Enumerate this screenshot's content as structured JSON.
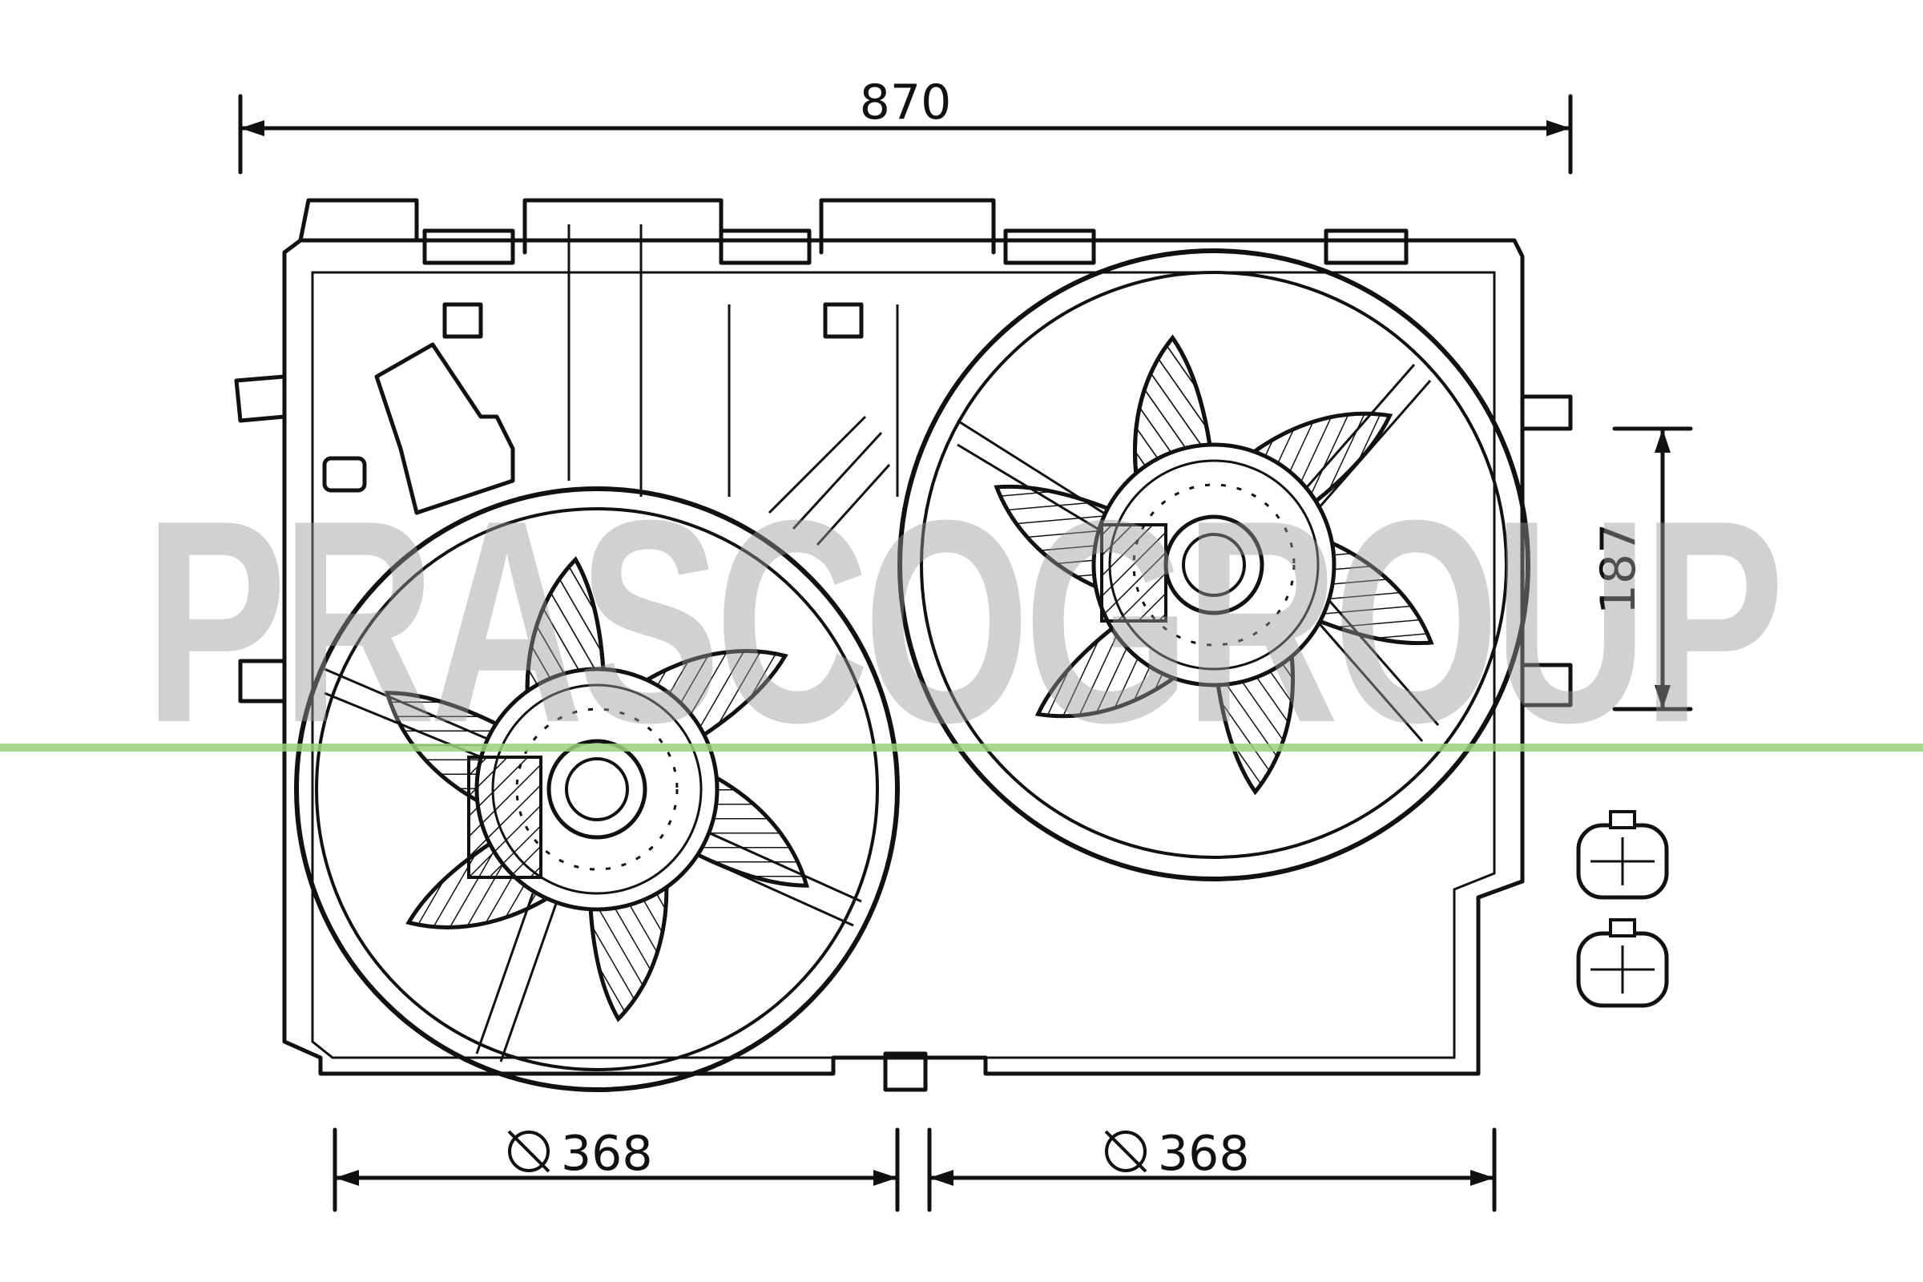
{
  "diagram": {
    "type": "technical-drawing",
    "subject": "dual radiator cooling fan assembly"
  },
  "dimensions": {
    "overall_width": "870",
    "connector_height": "187",
    "fan_left_diameter": "368",
    "fan_right_diameter": "368"
  },
  "watermark": {
    "text": "PRASCOGROUP"
  },
  "colors": {
    "line": "#111111",
    "guide_line": "#9bd07a",
    "watermark": "#9a9a9a"
  }
}
